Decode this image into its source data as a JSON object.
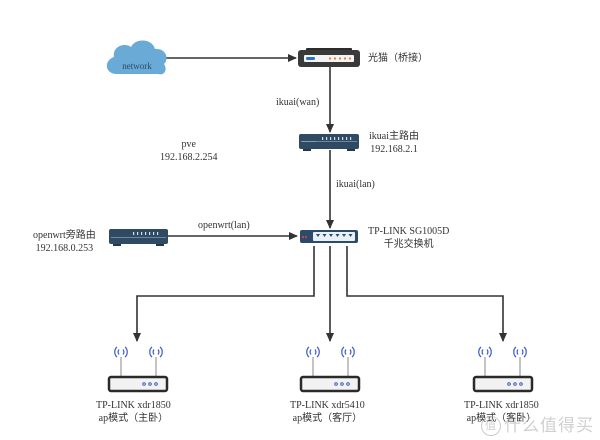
{
  "colors": {
    "cloud": "#6aaad6",
    "device_dark": "#2c3e50",
    "router_blue": "#2f4a62",
    "switch_blue": "#2c4a6a",
    "line": "#333333",
    "wifi": "#3b5bc4",
    "ap_body": "#f2f2f2"
  },
  "nodes": {
    "cloud": {
      "label": "network"
    },
    "modem": {
      "label": "光猫（桥接）"
    },
    "ikuai": {
      "name": "ikuai主路由",
      "ip": "192.168.2.1"
    },
    "pve": {
      "name": "pve",
      "ip": "192.168.2.254"
    },
    "openwrt": {
      "name": "openwrt旁路由",
      "ip": "192.168.0.253"
    },
    "switch": {
      "name": "TP-LINK SG1005D",
      "desc": "千兆交换机"
    },
    "ap1": {
      "model": "TP-LINK xdr1850",
      "mode": "ap模式（主卧）"
    },
    "ap2": {
      "model": "TP-LINK xdr5410",
      "mode": "ap模式（客厅）"
    },
    "ap3": {
      "model": "TP-LINK xdr1850",
      "mode": "ap模式（客卧）"
    }
  },
  "edges": {
    "modem_to_ikuai": "ikuai(wan)",
    "ikuai_to_switch": "ikuai(lan)",
    "openwrt_to_switch": "openwrt(lan)"
  },
  "watermark": {
    "badge": "值",
    "text": "什么值得买"
  }
}
